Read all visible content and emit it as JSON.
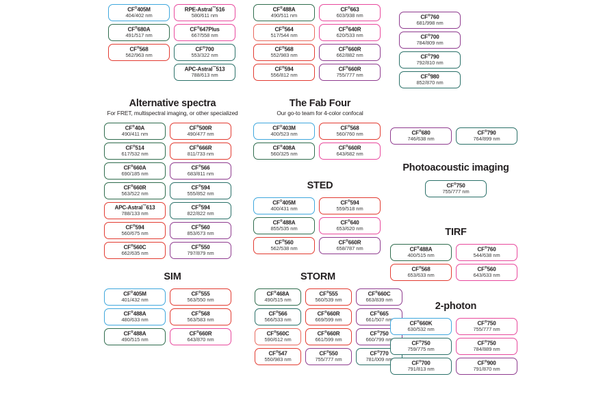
{
  "palette": {
    "blue": "#3ea7dd",
    "green": "#2e6b4c",
    "red": "#e23a30",
    "pink": "#e8479c",
    "teal": "#2a7068",
    "purple": "#8e3a8e",
    "salmon": "#e8675c",
    "text": "#231f20"
  },
  "sections": [
    {
      "id": "top-left",
      "heading": "",
      "subheading": "",
      "columns": [
        {
          "chips": [
            {
              "name": "CF",
              "sup": "®",
              "suffix": "405M",
              "spectra": "404/402 nm",
              "color": "blue"
            },
            {
              "name": "CF",
              "sup": "®",
              "suffix": "680A",
              "spectra": "491/517 nm",
              "color": "green"
            },
            {
              "name": "CF",
              "sup": "®",
              "suffix": "568",
              "spectra": "562/963 nm",
              "color": "red"
            }
          ]
        },
        {
          "chips": [
            {
              "name": "RPE-Astral",
              "sup": "™",
              "suffix": "516",
              "spectra": "580/611 nm",
              "color": "pink"
            },
            {
              "name": "CF",
              "sup": "®",
              "suffix": "647Plus",
              "spectra": "667/558 nm",
              "color": "pink"
            },
            {
              "name": "CF",
              "sup": "®",
              "suffix": "700",
              "spectra": "553/322 nm",
              "color": "teal"
            },
            {
              "name": "APC-Astral",
              "sup": "™",
              "suffix": "513",
              "spectra": "788/613 nm",
              "color": "teal"
            }
          ]
        }
      ]
    },
    {
      "id": "top-mid",
      "heading": "",
      "subheading": "",
      "columns": [
        {
          "chips": [
            {
              "name": "CF",
              "sup": "®",
              "suffix": "488A",
              "spectra": "490/511 nm",
              "color": "green"
            },
            {
              "name": "CF",
              "sup": "®",
              "suffix": "564",
              "spectra": "517/544 nm",
              "color": "salmon"
            },
            {
              "name": "CF",
              "sup": "®",
              "suffix": "568",
              "spectra": "552/983 nm",
              "color": "red"
            },
            {
              "name": "CF",
              "sup": "®",
              "suffix": "594",
              "spectra": "556/812 nm",
              "color": "red"
            }
          ]
        },
        {
          "chips": [
            {
              "name": "CF",
              "sup": "®",
              "suffix": "663",
              "spectra": "603/938 nm",
              "color": "pink"
            },
            {
              "name": "CF",
              "sup": "®",
              "suffix": "640R",
              "spectra": "620/533 nm",
              "color": "pink"
            },
            {
              "name": "CF",
              "sup": "®",
              "suffix": "660R",
              "spectra": "662/882 nm",
              "color": "purple"
            },
            {
              "name": "CF",
              "sup": "®",
              "suffix": "660R",
              "spectra": "755/777 nm",
              "color": "purple"
            }
          ]
        }
      ]
    },
    {
      "id": "top-right",
      "heading": "",
      "subheading": "",
      "columns": [
        {
          "chips": [
            {
              "name": "CF",
              "sup": "®",
              "suffix": "760",
              "spectra": "681/998 nm",
              "color": "purple"
            },
            {
              "name": "CF",
              "sup": "®",
              "suffix": "700",
              "spectra": "784/809 nm",
              "color": "purple"
            },
            {
              "name": "CF",
              "sup": "®",
              "suffix": "790",
              "spectra": "792/810 nm",
              "color": "teal"
            },
            {
              "name": "CF",
              "sup": "®",
              "suffix": "980",
              "spectra": "852/870 nm",
              "color": "teal"
            }
          ]
        }
      ]
    },
    {
      "id": "alternative-spectra",
      "heading": "Alternative spectra",
      "subheading": "For FRET, multispectral imaging, or other specialized",
      "columns": [
        {
          "chips": [
            {
              "name": "CF",
              "sup": "®",
              "suffix": "40A",
              "spectra": "490/411 nm",
              "color": "green"
            },
            {
              "name": "CF",
              "sup": "®",
              "suffix": "514",
              "spectra": "617/532 nm",
              "color": "green"
            },
            {
              "name": "CF",
              "sup": "®",
              "suffix": "660A",
              "spectra": "690/185 nm",
              "color": "green"
            },
            {
              "name": "CF",
              "sup": "®",
              "suffix": "660R",
              "spectra": "563/522 nm",
              "color": "green"
            },
            {
              "name": "APC-Astral",
              "sup": "™",
              "suffix": "613",
              "spectra": "788/133 nm",
              "color": "red"
            },
            {
              "name": "CF",
              "sup": "®",
              "suffix": "594",
              "spectra": "560/675 nm",
              "color": "red"
            },
            {
              "name": "CF",
              "sup": "®",
              "suffix": "560C",
              "spectra": "662/635 nm",
              "color": "red"
            }
          ]
        },
        {
          "chips": [
            {
              "name": "CF",
              "sup": "®",
              "suffix": "500R",
              "spectra": "490/477 nm",
              "color": "red"
            },
            {
              "name": "CF",
              "sup": "®",
              "suffix": "666R",
              "spectra": "811/733 nm",
              "color": "red"
            },
            {
              "name": "CF",
              "sup": "®",
              "suffix": "566",
              "spectra": "683/811 nm",
              "color": "purple"
            },
            {
              "name": "CF",
              "sup": "®",
              "suffix": "594",
              "spectra": "555/852 nm",
              "color": "teal"
            },
            {
              "name": "CF",
              "sup": "®",
              "suffix": "594",
              "spectra": "822/822 nm",
              "color": "teal"
            },
            {
              "name": "CF",
              "sup": "®",
              "suffix": "560",
              "spectra": "853/673 nm",
              "color": "purple"
            },
            {
              "name": "CF",
              "sup": "®",
              "suffix": "550",
              "spectra": "797/879 nm",
              "color": "purple"
            }
          ]
        }
      ]
    },
    {
      "id": "fab-four",
      "heading": "The Fab Four",
      "subheading": "Our go-to team for 4-color confocal",
      "columns": [
        {
          "chips": [
            {
              "name": "CF",
              "sup": "®",
              "suffix": "403M",
              "spectra": "400/523 nm",
              "color": "blue"
            },
            {
              "name": "CF",
              "sup": "®",
              "suffix": "408A",
              "spectra": "560/325 nm",
              "color": "green"
            }
          ]
        },
        {
          "chips": [
            {
              "name": "CF",
              "sup": "®",
              "suffix": "568",
              "spectra": "560/760 nm",
              "color": "red"
            },
            {
              "name": "CF",
              "sup": "®",
              "suffix": "660R",
              "spectra": "643/682 nm",
              "color": "pink"
            }
          ]
        }
      ]
    },
    {
      "id": "sted",
      "heading": "STED",
      "subheading": "",
      "columns": [
        {
          "chips": [
            {
              "name": "CF",
              "sup": "®",
              "suffix": "405M",
              "spectra": "400/431 nm",
              "color": "blue"
            },
            {
              "name": "CF",
              "sup": "®",
              "suffix": "488A",
              "spectra": "855/535 nm",
              "color": "green"
            },
            {
              "name": "CF",
              "sup": "®",
              "suffix": "560",
              "spectra": "562/538 nm",
              "color": "red"
            }
          ]
        },
        {
          "chips": [
            {
              "name": "CF",
              "sup": "®",
              "suffix": "594",
              "spectra": "559/518 nm",
              "color": "red"
            },
            {
              "name": "CF",
              "sup": "®",
              "suffix": "640",
              "spectra": "653/620 nm",
              "color": "pink"
            },
            {
              "name": "CF",
              "sup": "®",
              "suffix": "660R",
              "spectra": "658/787 nm",
              "color": "purple"
            }
          ]
        }
      ]
    },
    {
      "id": "photoacoustic-top",
      "heading": "",
      "subheading": "",
      "columns": [
        {
          "chips": [
            {
              "name": "CF",
              "sup": "®",
              "suffix": "680",
              "spectra": "746/638 nm",
              "color": "purple"
            }
          ]
        },
        {
          "chips": [
            {
              "name": "CF",
              "sup": "®",
              "suffix": "790",
              "spectra": "764/899 nm",
              "color": "teal"
            }
          ]
        }
      ]
    },
    {
      "id": "photoacoustic",
      "heading": "Photoacoustic imaging",
      "subheading": "",
      "columns": [
        {
          "chips": [
            {
              "name": "CF",
              "sup": "®",
              "suffix": "750",
              "spectra": "755/777 nm",
              "color": "teal"
            }
          ]
        }
      ]
    },
    {
      "id": "tirf",
      "heading": "TIRF",
      "subheading": "",
      "columns": [
        {
          "chips": [
            {
              "name": "CF",
              "sup": "®",
              "suffix": "488A",
              "spectra": "400/515 nm",
              "color": "green"
            },
            {
              "name": "CF",
              "sup": "®",
              "suffix": "568",
              "spectra": "653/633 nm",
              "color": "red"
            }
          ]
        },
        {
          "chips": [
            {
              "name": "CF",
              "sup": "®",
              "suffix": "760",
              "spectra": "544/638 nm",
              "color": "pink"
            },
            {
              "name": "CF",
              "sup": "®",
              "suffix": "560",
              "spectra": "643/633 nm",
              "color": "pink"
            }
          ]
        }
      ]
    },
    {
      "id": "sim",
      "heading": "SIM",
      "subheading": "",
      "columns": [
        {
          "chips": [
            {
              "name": "CF",
              "sup": "®",
              "suffix": "405M",
              "spectra": "401/432 nm",
              "color": "blue"
            },
            {
              "name": "CF",
              "sup": "®",
              "suffix": "488A",
              "spectra": "480/633 nm",
              "color": "blue"
            },
            {
              "name": "CF",
              "sup": "®",
              "suffix": "488A",
              "spectra": "490/515 nm",
              "color": "green"
            }
          ]
        },
        {
          "chips": [
            {
              "name": "CF",
              "sup": "®",
              "suffix": "555",
              "spectra": "563/550 nm",
              "color": "red"
            },
            {
              "name": "CF",
              "sup": "®",
              "suffix": "568",
              "spectra": "563/583 nm",
              "color": "red"
            },
            {
              "name": "CF",
              "sup": "®",
              "suffix": "660R",
              "spectra": "643/870 nm",
              "color": "pink"
            }
          ]
        }
      ]
    },
    {
      "id": "storm",
      "heading": "STORM",
      "subheading": "",
      "columns": [
        {
          "chips": [
            {
              "name": "CF",
              "sup": "®",
              "suffix": "468A",
              "spectra": "490/515 nm",
              "color": "green"
            },
            {
              "name": "CF",
              "sup": "®",
              "suffix": "566",
              "spectra": "566/533 nm",
              "color": "teal"
            },
            {
              "name": "CF",
              "sup": "®",
              "suffix": "560C",
              "spectra": "590/612 nm",
              "color": "salmon"
            },
            {
              "name": "CF",
              "sup": "®",
              "suffix": "547",
              "spectra": "550/983 nm",
              "color": "red"
            }
          ]
        },
        {
          "chips": [
            {
              "name": "CF",
              "sup": "®",
              "suffix": "555",
              "spectra": "560/539 nm",
              "color": "red"
            },
            {
              "name": "CF",
              "sup": "®",
              "suffix": "660R",
              "spectra": "669/599 nm",
              "color": "red"
            },
            {
              "name": "CF",
              "sup": "®",
              "suffix": "660R",
              "spectra": "661/599 nm",
              "color": "red"
            },
            {
              "name": "CF",
              "sup": "®",
              "suffix": "550",
              "spectra": "755/777 nm",
              "color": "purple"
            }
          ]
        },
        {
          "chips": [
            {
              "name": "CF",
              "sup": "®",
              "suffix": "660C",
              "spectra": "663/839 nm",
              "color": "purple"
            },
            {
              "name": "CF",
              "sup": "®",
              "suffix": "665",
              "spectra": "661/507 nm",
              "color": "purple"
            },
            {
              "name": "CF",
              "sup": "®",
              "suffix": "750",
              "spectra": "660/799 nm",
              "color": "purple"
            },
            {
              "name": "CF",
              "sup": "®",
              "suffix": "770",
              "spectra": "781/009 nm",
              "color": "teal"
            }
          ]
        }
      ]
    },
    {
      "id": "two-photon",
      "heading": "2-photon",
      "subheading": "",
      "columns": [
        {
          "chips": [
            {
              "name": "CF",
              "sup": "®",
              "suffix": "660K",
              "spectra": "630/532 nm",
              "color": "blue"
            },
            {
              "name": "CF",
              "sup": "®",
              "suffix": "750",
              "spectra": "759/775 nm",
              "color": "teal"
            },
            {
              "name": "CF",
              "sup": "®",
              "suffix": "700",
              "spectra": "791/813 nm",
              "color": "teal"
            }
          ]
        },
        {
          "chips": [
            {
              "name": "CF",
              "sup": "®",
              "suffix": "750",
              "spectra": "755/777 nm",
              "color": "pink"
            },
            {
              "name": "CF",
              "sup": "®",
              "suffix": "750",
              "spectra": "784/889 nm",
              "color": "pink"
            },
            {
              "name": "CF",
              "sup": "®",
              "suffix": "900",
              "spectra": "791/870 nm",
              "color": "purple"
            }
          ]
        }
      ]
    }
  ]
}
